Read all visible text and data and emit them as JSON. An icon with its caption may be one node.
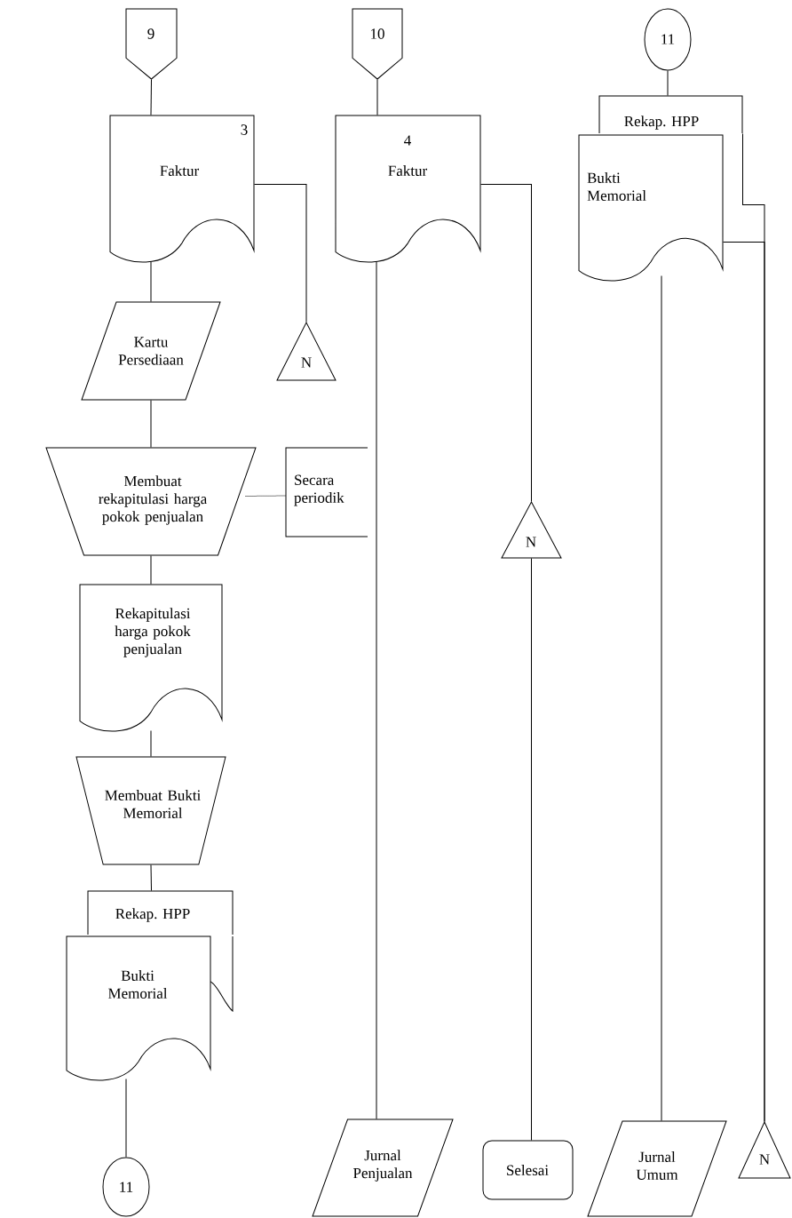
{
  "diagram": {
    "nodes": [
      {
        "text": [
          "9"
        ]
      },
      {
        "text": [
          "3",
          "Faktur"
        ]
      },
      {
        "text": [
          "Kartu Persediaan"
        ]
      },
      {
        "text": [
          "N"
        ]
      },
      {
        "text": [
          "Membuat rekapitulasi harga pokok penjualan"
        ]
      },
      {
        "text": [
          "Secara periodik"
        ]
      },
      {
        "text": [
          "Rekapitulasi harga pokok penjualan"
        ]
      },
      {
        "text": [
          "Membuat Bukti Memorial"
        ]
      },
      {
        "text": [
          "Rekap. HPP"
        ]
      },
      {
        "text": [
          "Bukti Memorial"
        ]
      },
      {
        "text": [
          "11"
        ]
      },
      {
        "text": [
          "10"
        ]
      },
      {
        "text": [
          "4",
          "Faktur"
        ]
      },
      {
        "text": [
          "N"
        ]
      },
      {
        "text": [
          "Jurnal Penjualan"
        ]
      },
      {
        "text": [
          "Selesai"
        ]
      },
      {
        "text": [
          "11"
        ]
      },
      {
        "text": [
          "Rekap. HPP"
        ]
      },
      {
        "text": [
          "Bukti Memorial"
        ]
      },
      {
        "text": [
          "Jurnal Umum"
        ]
      },
      {
        "text": [
          "N"
        ]
      }
    ],
    "edges": [
      {
        "from": 0,
        "to": 1,
        "arrow": "none"
      },
      {
        "from": 1,
        "to": 2,
        "arrow": "none"
      },
      {
        "from": 1,
        "to": 3,
        "arrow": "none"
      },
      {
        "from": 2,
        "to": 4,
        "arrow": "none"
      },
      {
        "from": 4,
        "to": 5,
        "arrow": "none",
        "style": "dashed"
      },
      {
        "from": 4,
        "to": 6,
        "arrow": "none"
      },
      {
        "from": 6,
        "to": 7,
        "arrow": "none"
      },
      {
        "from": 7,
        "to": 8,
        "arrow": "none"
      },
      {
        "from": 9,
        "to": 10,
        "arrow": "none"
      },
      {
        "from": 11,
        "to": 12,
        "arrow": "none"
      },
      {
        "from": 12,
        "to": 14,
        "arrow": "none"
      },
      {
        "from": 12,
        "to": 13,
        "arrow": "none"
      },
      {
        "from": 13,
        "to": 15,
        "arrow": "none"
      },
      {
        "from": 16,
        "to": 17,
        "arrow": "none"
      },
      {
        "from": 18,
        "to": 19,
        "arrow": "none"
      },
      {
        "from": 17,
        "to": 20,
        "arrow": "none"
      },
      {
        "from": 18,
        "to": 20,
        "arrow": "none"
      }
    ]
  }
}
